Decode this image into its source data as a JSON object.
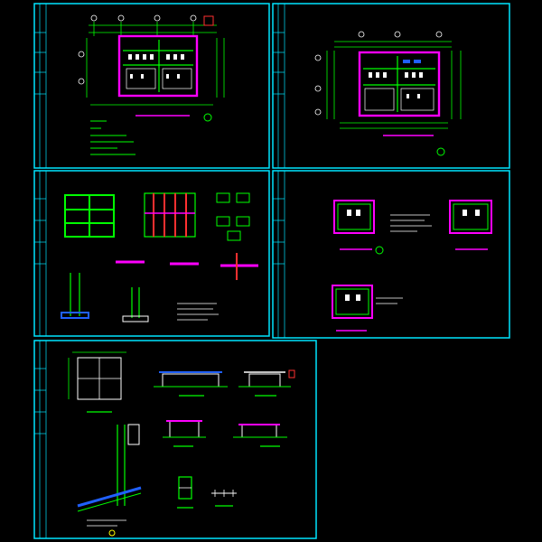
{
  "canvas": {
    "background": "#000000",
    "palette": {
      "sheet_border": "#00e5ff",
      "wall": "#00ff00",
      "structure": "#ff00ff",
      "fixture": "#ffffff",
      "accent": "#ff3030",
      "hatch_blue": "#2060ff",
      "marker": "#ffff00"
    }
  },
  "sheets": [
    {
      "id": "sheet-1",
      "content": "floor-plan-with-notes"
    },
    {
      "id": "sheet-2",
      "content": "floor-plan-dimensioned"
    },
    {
      "id": "sheet-3",
      "content": "foundation-and-details"
    },
    {
      "id": "sheet-4",
      "content": "enlarged-toilet-plans"
    },
    {
      "id": "sheet-5",
      "content": "roof-plan-elevations-sections"
    }
  ]
}
